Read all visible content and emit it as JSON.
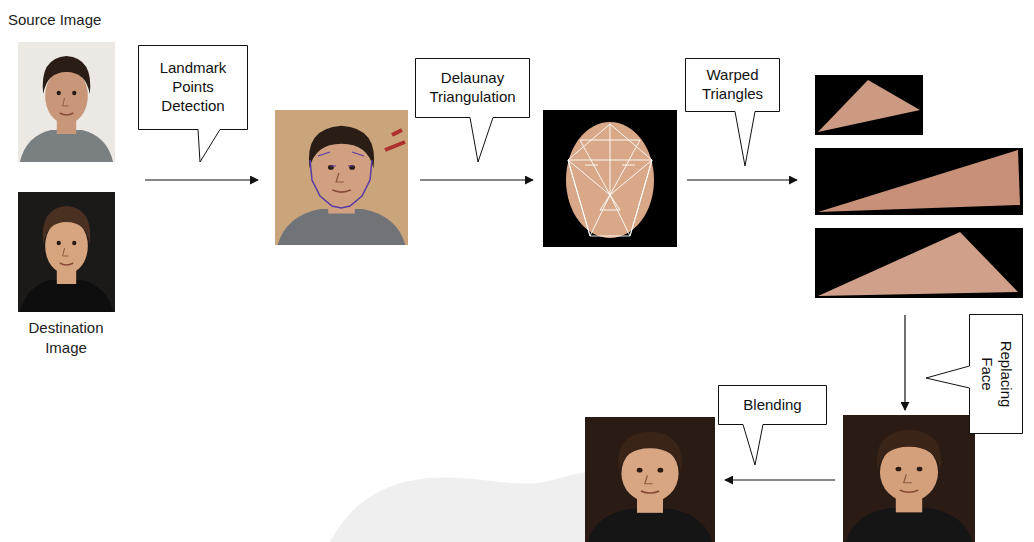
{
  "diagram": {
    "nodes": [
      {
        "text": [
          "Landmark Points Detection"
        ]
      },
      {
        "text": [
          "Delaunay Triangulation"
        ]
      },
      {
        "text": [
          "Warped Triangles"
        ]
      },
      {
        "text": [
          "Replacing Face"
        ]
      },
      {
        "text": [
          "Blending"
        ]
      }
    ],
    "labels": [
      "Source Image",
      "Destination Image"
    ]
  }
}
